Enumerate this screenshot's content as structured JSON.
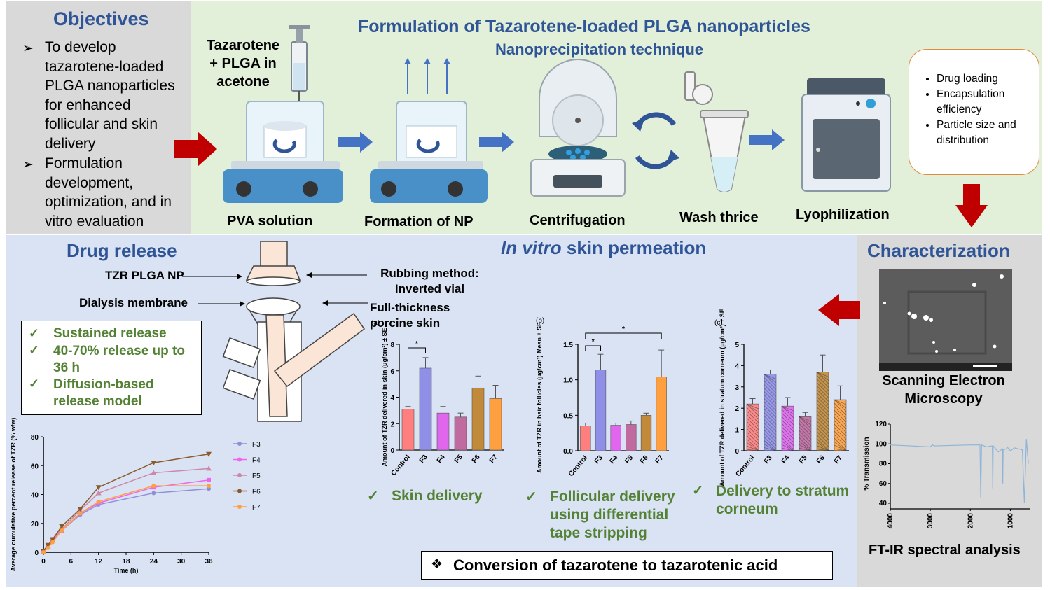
{
  "objectives": {
    "title": "Objectives",
    "items": [
      "To develop tazarotene-loaded PLGA nanoparticles for enhanced follicular and skin delivery",
      "Formulation development, optimization, and in vitro evaluation"
    ]
  },
  "formulation": {
    "title": "Formulation of Tazarotene-loaded PLGA nanoparticles",
    "subtitle": "Nanoprecipitation  technique",
    "syringe_label": "Tazarotene + PLGA in acetone",
    "steps": [
      "PVA solution",
      "Formation of NP",
      "Centrifugation",
      "Wash thrice",
      "Lyophilization"
    ]
  },
  "characterization_box": {
    "items": [
      "Drug loading",
      "Encapsulation efficiency",
      "Particle size and distribution"
    ]
  },
  "drug_release": {
    "title": "Drug release",
    "labels": {
      "tzr": "TZR PLGA NP",
      "dialysis": "Dialysis membrane",
      "rubbing": "Rubbing method: Inverted vial",
      "skin": "Full-thickness porcine skin"
    },
    "findings": [
      "Sustained release",
      "40-70% release up to 36 h",
      "Diffusion-based release model"
    ]
  },
  "permeation": {
    "title_italic": "In vitro",
    "title_rest": " skin permeation",
    "findings": [
      "Skin delivery",
      "Follicular delivery using differential tape stripping",
      "Delivery to stratum corneum"
    ],
    "conversion": "Conversion of tazarotene to tazarotenic acid"
  },
  "characterization": {
    "title": "Characterization",
    "sem_label": "Scanning Electron Microscopy",
    "ftir_label": "FT-IR spectral analysis"
  },
  "colors": {
    "heading": "#2f5597",
    "green": "#548235",
    "red_arrow": "#c00000",
    "blue_arrow": "#4472c4"
  },
  "chart_data": [
    {
      "type": "line",
      "ylabel": "Average cumulative percent release of TZR (% w/w)",
      "xlabel": "Time (h)",
      "x": [
        0,
        1,
        2,
        4,
        8,
        12,
        24,
        36
      ],
      "xlim": [
        0,
        36
      ],
      "ylim": [
        0,
        80
      ],
      "xticks": [
        0,
        6,
        12,
        18,
        24,
        30,
        36
      ],
      "yticks": [
        0,
        20,
        40,
        60,
        80
      ],
      "legend_position": "right",
      "series": [
        {
          "name": "F3",
          "color": "#8f8fd8",
          "marker": "circle",
          "values": [
            0,
            4,
            8,
            15,
            26,
            33,
            41,
            44
          ]
        },
        {
          "name": "F4",
          "color": "#ee66ee",
          "marker": "square",
          "values": [
            0,
            4,
            8,
            15,
            27,
            34,
            45,
            50
          ]
        },
        {
          "name": "F5",
          "color": "#cc88aa",
          "marker": "triangle",
          "values": [
            0,
            4,
            9,
            16,
            29,
            41,
            55,
            58
          ]
        },
        {
          "name": "F6",
          "color": "#8b5a2b",
          "marker": "triangle-down",
          "values": [
            1,
            5,
            9,
            18,
            30,
            45,
            62,
            68
          ]
        },
        {
          "name": "F7",
          "color": "#ffa040",
          "marker": "circle",
          "values": [
            0,
            3,
            7,
            15,
            27,
            35,
            46,
            46
          ]
        }
      ]
    },
    {
      "type": "bar",
      "panel": "(a)",
      "ylabel": "Amount of TZR delivered in skin (μg/cm²) ± SE",
      "categories": [
        "Control",
        "F3",
        "F4",
        "F5",
        "F6",
        "F7"
      ],
      "values": [
        3.1,
        6.2,
        2.8,
        2.5,
        4.7,
        3.9
      ],
      "errors": [
        0.2,
        0.8,
        0.5,
        0.3,
        0.9,
        1.0
      ],
      "colors": [
        "#ff7f7f",
        "#8f8fe8",
        "#e066ee",
        "#c06aa0",
        "#c08a3a",
        "#ffa040"
      ],
      "ylim": [
        0,
        8
      ],
      "yticks": [
        0,
        2,
        4,
        6,
        8
      ],
      "significance": [
        {
          "from": "Control",
          "to": "F3",
          "label": "*"
        }
      ]
    },
    {
      "type": "bar",
      "panel": "(b)",
      "ylabel": "Amount of TZR in hair follicles (μg/cm²) Mean ± SE",
      "categories": [
        "Control",
        "F3",
        "F4",
        "F5",
        "F6",
        "F7"
      ],
      "values": [
        0.35,
        1.14,
        0.36,
        0.37,
        0.5,
        1.04
      ],
      "errors": [
        0.04,
        0.22,
        0.03,
        0.05,
        0.03,
        0.38
      ],
      "colors": [
        "#ff7f7f",
        "#8f8fe8",
        "#e066ee",
        "#c06aa0",
        "#c08a3a",
        "#ffa040"
      ],
      "ylim": [
        0,
        1.5
      ],
      "yticks": [
        0.0,
        0.5,
        1.0,
        1.5
      ],
      "significance": [
        {
          "from": "Control",
          "to": "F3",
          "label": "*"
        },
        {
          "from": "Control",
          "to": "F7",
          "label": "*"
        }
      ]
    },
    {
      "type": "bar",
      "panel": "(c)",
      "ylabel": "Amount of TZR delivered in stratum corneum (μg/cm²) ± SE",
      "categories": [
        "Control",
        "F3",
        "F4",
        "F5",
        "F6",
        "F7"
      ],
      "values": [
        2.2,
        3.6,
        2.1,
        1.6,
        3.7,
        2.4
      ],
      "errors": [
        0.25,
        0.2,
        0.4,
        0.2,
        0.8,
        0.65
      ],
      "colors": [
        "#ff7f7f",
        "#8f8fe8",
        "#e066ee",
        "#c06aa0",
        "#c08a3a",
        "#ffa040"
      ],
      "ylim": [
        0,
        5
      ],
      "yticks": [
        0,
        1,
        2,
        3,
        4,
        5
      ]
    },
    {
      "type": "line",
      "ylabel": "% Transmission",
      "xlim": [
        4000,
        500
      ],
      "ylim": [
        40,
        120
      ],
      "xticks": [
        4000,
        3000,
        2000,
        1000
      ],
      "yticks": [
        40,
        60,
        80,
        100,
        120
      ],
      "x": [
        4000,
        3500,
        3000,
        2950,
        2900,
        2000,
        1760,
        1740,
        1720,
        1600,
        1450,
        1440,
        1430,
        1300,
        1200,
        1190,
        1180,
        1100,
        1080,
        1000,
        900,
        700,
        650,
        600,
        550
      ],
      "values": [
        99,
        98,
        97,
        99,
        98,
        99,
        99,
        45,
        99,
        97,
        98,
        55,
        98,
        92,
        95,
        60,
        94,
        95,
        97,
        93,
        96,
        94,
        40,
        105,
        80
      ]
    }
  ]
}
